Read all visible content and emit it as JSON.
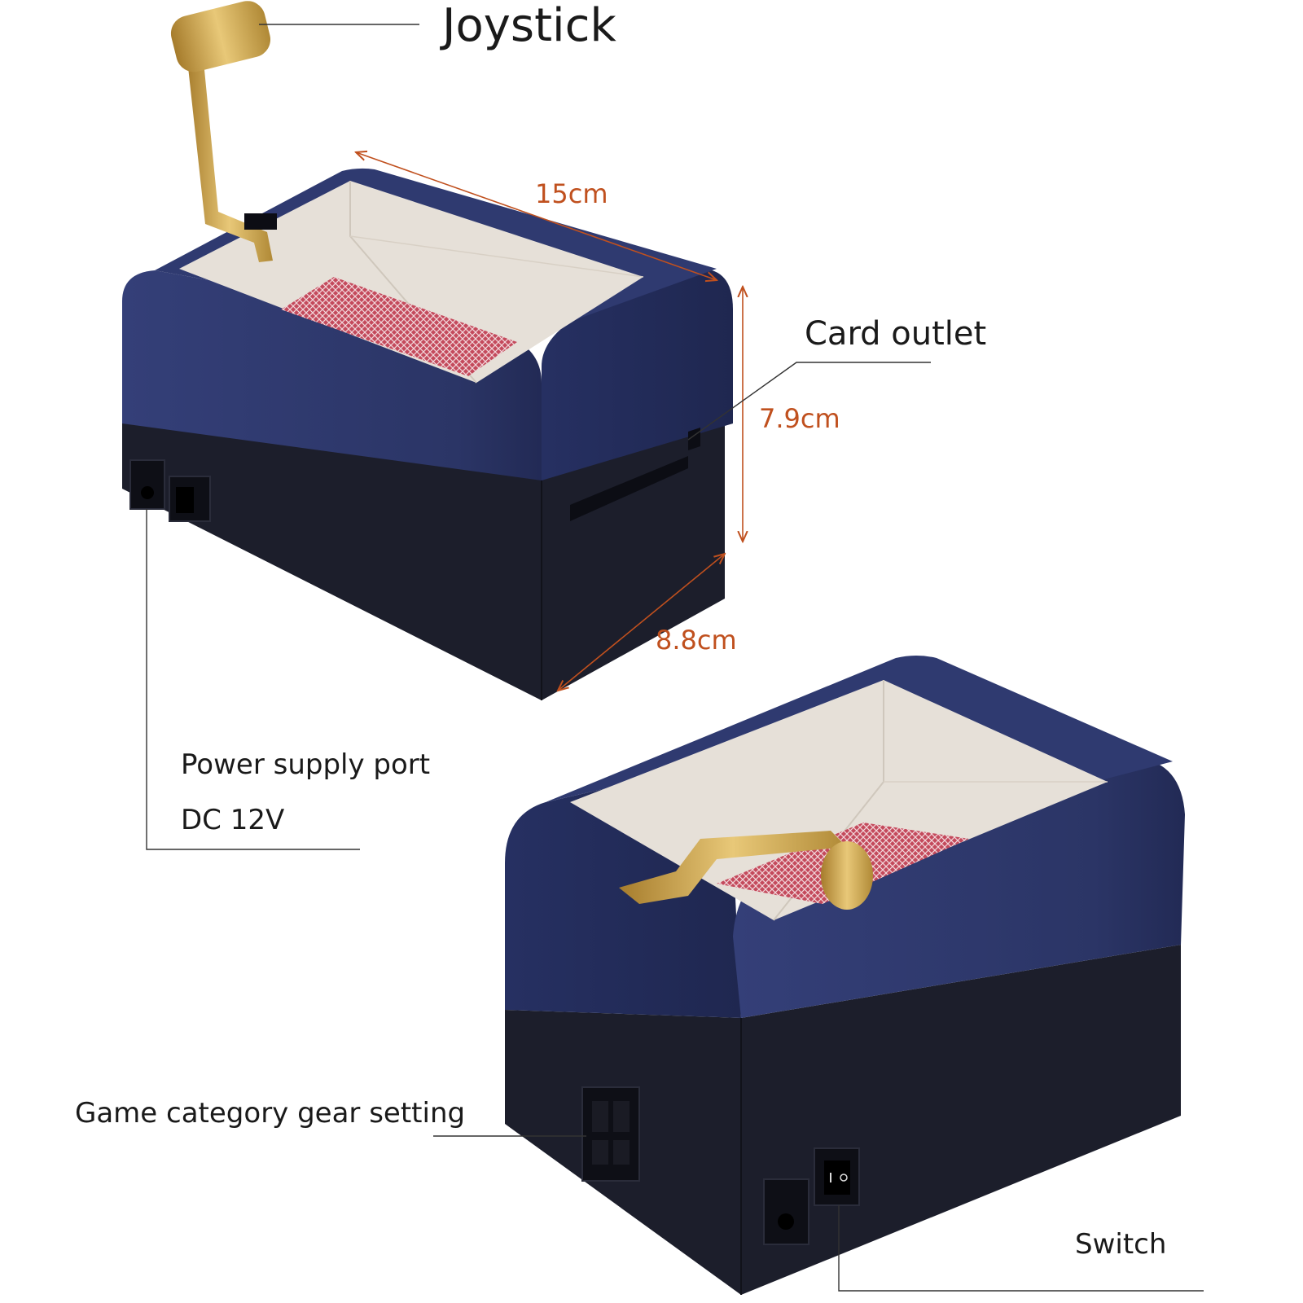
{
  "labels": {
    "joystick": "Joystick",
    "card_outlet": "Card outlet",
    "power_port": "Power supply port",
    "power_spec": "DC 12V",
    "game_category": "Game category gear setting",
    "switch": "Switch"
  },
  "dimensions": {
    "length": "15cm",
    "height": "7.9cm",
    "width": "8.8cm"
  },
  "colors": {
    "body_blue": "#2b3566",
    "base_black": "#1c1e2b",
    "tray_cream": "#e6e0d8",
    "brass": "#c9a24a",
    "card_red": "#b8344a",
    "dimension": "#c0501e",
    "leader_line": "#333333"
  }
}
